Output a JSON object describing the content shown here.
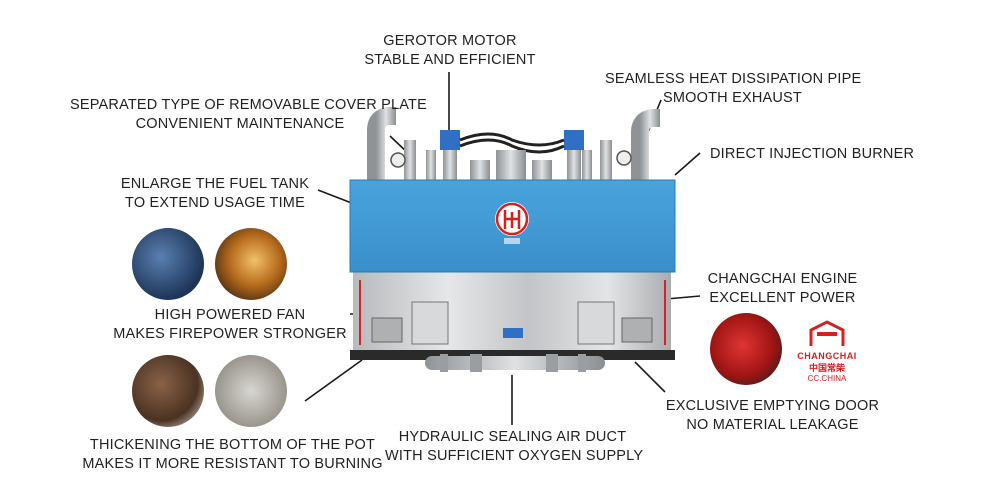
{
  "callouts": {
    "gerotor": [
      "GEROTOR MOTOR",
      "STABLE AND EFFICIENT"
    ],
    "cover": [
      "SEPARATED TYPE OF REMOVABLE COVER PLATE",
      "CONVENIENT MAINTENANCE"
    ],
    "pipe": [
      "SEAMLESS HEAT DISSIPATION PIPE",
      "SMOOTH EXHAUST"
    ],
    "burner": [
      "DIRECT INJECTION BURNER"
    ],
    "tank": [
      "ENLARGE THE FUEL TANK",
      "TO EXTEND USAGE TIME"
    ],
    "fan": [
      "HIGH POWERED FAN",
      "MAKES FIREPOWER STRONGER"
    ],
    "engine": [
      "CHANGCHAI ENGINE",
      "EXCELLENT POWER"
    ],
    "door": [
      "EXCLUSIVE EMPTYING DOOR",
      "NO MATERIAL LEAKAGE"
    ],
    "duct": [
      "HYDRAULIC SEALING AIR DUCT",
      "WITH SUFFICIENT OXYGEN SUPPLY"
    ],
    "bottom": [
      "THICKENING THE BOTTOM OF THE POT",
      "MAKES IT MORE RESISTANT TO BURNING"
    ]
  },
  "brand": {
    "logo_text": "CHANGCHAI",
    "logo_sub": "中国常柴",
    "logo_sub2": "CC.CHINA"
  },
  "colors": {
    "machine_blue": "#3e97d3",
    "steel": "#c9ccd0",
    "brand_red": "#d42020"
  }
}
